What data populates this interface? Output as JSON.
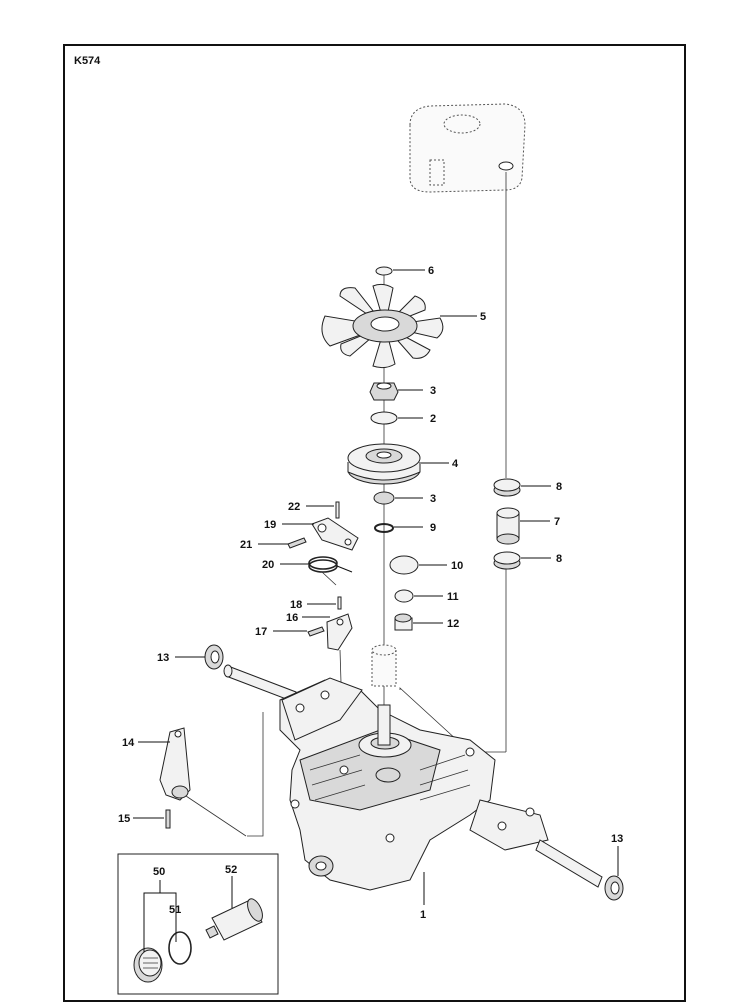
{
  "diagram": {
    "id": "K574",
    "callouts": [
      {
        "key": "c6",
        "text": "6"
      },
      {
        "key": "c5",
        "text": "5"
      },
      {
        "key": "c3a",
        "text": "3"
      },
      {
        "key": "c2",
        "text": "2"
      },
      {
        "key": "c4",
        "text": "4"
      },
      {
        "key": "c3b",
        "text": "3"
      },
      {
        "key": "c9",
        "text": "9"
      },
      {
        "key": "c8a",
        "text": "8"
      },
      {
        "key": "c7",
        "text": "7"
      },
      {
        "key": "c8b",
        "text": "8"
      },
      {
        "key": "c22",
        "text": "22"
      },
      {
        "key": "c19",
        "text": "19"
      },
      {
        "key": "c21",
        "text": "21"
      },
      {
        "key": "c20",
        "text": "20"
      },
      {
        "key": "c10",
        "text": "10"
      },
      {
        "key": "c11",
        "text": "11"
      },
      {
        "key": "c12",
        "text": "12"
      },
      {
        "key": "c18",
        "text": "18"
      },
      {
        "key": "c16",
        "text": "16"
      },
      {
        "key": "c17",
        "text": "17"
      },
      {
        "key": "c13a",
        "text": "13"
      },
      {
        "key": "c14",
        "text": "14"
      },
      {
        "key": "c15",
        "text": "15"
      },
      {
        "key": "c13b",
        "text": "13"
      },
      {
        "key": "c1",
        "text": "1"
      },
      {
        "key": "c50",
        "text": "50"
      },
      {
        "key": "c52",
        "text": "52"
      },
      {
        "key": "c51",
        "text": "51"
      }
    ]
  }
}
